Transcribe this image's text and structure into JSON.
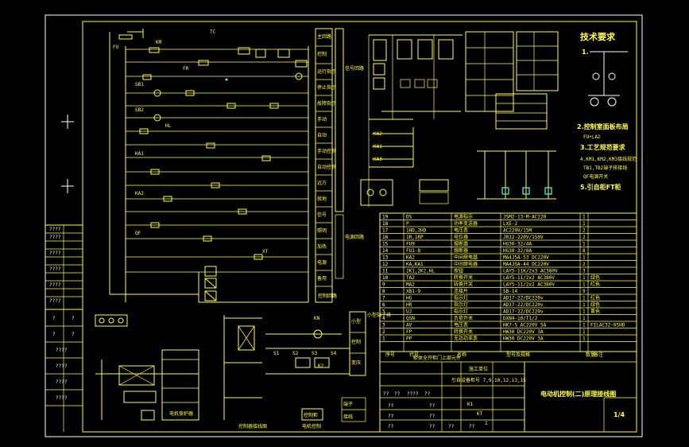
{
  "circuit_labels": [
    "FU",
    "KM",
    "FR",
    "SB1",
    "SB2",
    "HL",
    "KA1",
    "KA2",
    "QF",
    "XT",
    "TC"
  ],
  "function_column": [
    "主回路",
    "控制",
    "运行指示",
    "停止指示",
    "故障指示",
    "手动",
    "自动",
    "手动控制",
    "自动控制",
    "远方",
    "就地",
    "信号",
    "照明",
    "加热",
    "电源",
    "备用"
  ],
  "right_labels": [
    "控制回路",
    "信号回路",
    "电源回路"
  ],
  "middle_labels": [
    "KA2",
    "KA1",
    "KA3"
  ],
  "title_block_mid": [
    "K1",
    "KT",
    "1"
  ],
  "bottom_labels": {
    "kn": "KN",
    "s_labels": [
      "S1",
      "S2",
      "S3",
      "S4"
    ],
    "k2": "K2",
    "small_cells": [
      "小型",
      "控制",
      "变压"
    ],
    "controller": "电机保护器",
    "stage_text": "控制柜",
    "terminal_strip": "小型端子排",
    "terminal_notes": [
      "端子",
      "接线"
    ],
    "bottom_row": [
      "控制器接线图",
      "电机控制"
    ]
  },
  "left_margin_marks": [
    "????",
    "????",
    "????",
    "????",
    "????",
    "????"
  ],
  "left_lower_marks": [
    "?",
    "?",
    "?",
    "?",
    "????",
    "????",
    "????",
    "????"
  ],
  "tech_requirements": {
    "title": "技术要求",
    "items": [
      "1.",
      "2.控制室面板布局",
      "FU+LA2",
      "3.工艺规范要求",
      "4.KM1,KM2,KM3接线规范",
      "TB1,TB2端子排接线",
      "QF电源开关",
      "5.引自柜FT柜"
    ]
  },
  "bom_table": {
    "rows": [
      [
        "19",
        "DS",
        "电源指示",
        "JSM2-13-M-AC220",
        "1",
        ""
      ],
      [
        "18",
        "P",
        "功率变送器",
        "LXE-2",
        "1",
        ""
      ],
      [
        "17",
        "1HD,2HD",
        "电压表",
        "AC220V/15M",
        "2",
        ""
      ],
      [
        "16",
        "1R,1RP",
        "电位器",
        "JR32-220V/150V",
        "2",
        ""
      ],
      [
        "15",
        "FU9",
        "熔断器",
        "HG30-32/4A",
        "1",
        ""
      ],
      [
        "14",
        "FU1-8",
        "熔断器",
        "HG30-32/6A",
        "8",
        ""
      ],
      [
        "13",
        "KA2",
        "中间继电器",
        "MA4J5A-53 DC220V",
        "1",
        ""
      ],
      [
        "12",
        "KA,KA1",
        "中间继电器",
        "MA4J5A-44 DC220V",
        "2",
        ""
      ],
      [
        "11",
        "2K1,2K2,HL",
        "按钮",
        "LAY5-11K/2x3 AC380V",
        "3",
        ""
      ],
      [
        "10",
        "TA2",
        "转换开关",
        "LAY5-11/2x2 AC380V",
        "1",
        "绿色"
      ],
      [
        "9",
        "MA2",
        "转换开关",
        "LAY5-11/2x2 AC380V",
        "1",
        "红色"
      ],
      [
        "8",
        "XB1-9",
        "连接片",
        "SB-14",
        "9",
        ""
      ],
      [
        "7",
        "HG",
        "指示灯",
        "AD17-22/DC220v",
        "1",
        "红色"
      ],
      [
        "6",
        "HR",
        "指示灯",
        "AD17-22/DC220v",
        "1",
        "绿色"
      ],
      [
        "5",
        "UJ",
        "指示灯",
        "AD17-22/DC220v",
        "1",
        "黄色"
      ],
      [
        "4",
        "QSN",
        "负荷开关",
        "DXN4-10/T1/2",
        "1",
        ""
      ],
      [
        "3",
        "AV",
        "电压表",
        "HK7-S AC220V 5A",
        "1",
        "FILAC32-05HD"
      ],
      [
        "2",
        "FP",
        "转换开关",
        "HW30 DC220V 3A",
        "1",
        ""
      ],
      [
        "1",
        "PP",
        "无功功率表",
        "HW30 DC220V 3A",
        "1",
        ""
      ]
    ],
    "header_note": "柜体全开柜门上部元件",
    "header": [
      "序号",
      "代号",
      "名称",
      "型号及规格",
      "数量",
      "备注"
    ]
  },
  "title_block": {
    "drawing_title": "电动机控制(二)原理接线图",
    "sheet": "1/4",
    "revision_note": "引自设备柜号 7,9,10,12,13,15",
    "owner_line": "施工单位",
    "cells": [
      "??",
      "??",
      "????",
      "??",
      "??",
      "??",
      "??",
      "??",
      "??",
      "??",
      "??",
      "??"
    ]
  }
}
